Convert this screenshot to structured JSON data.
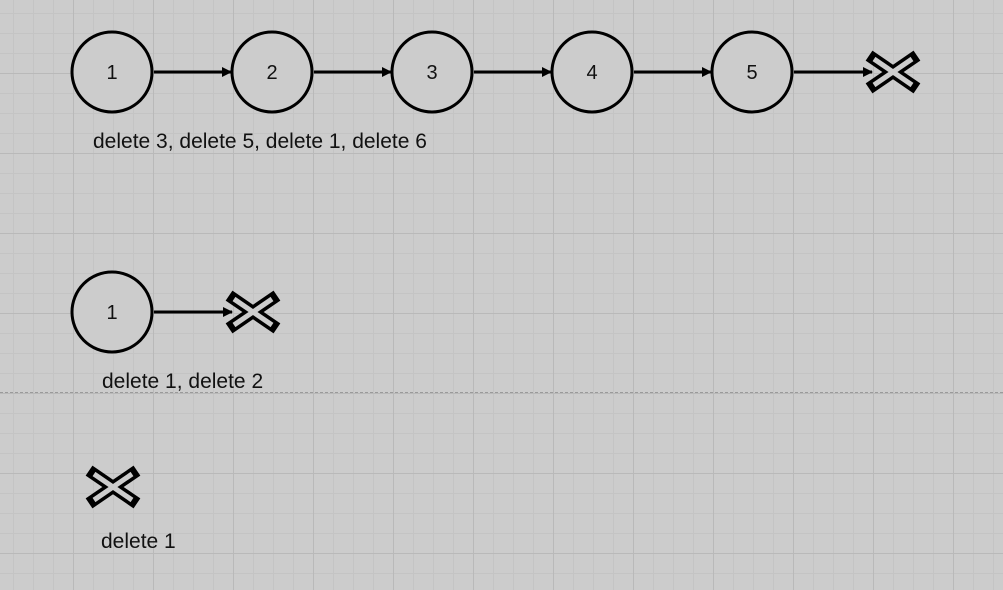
{
  "diagram": {
    "rows": [
      {
        "nodes": [
          "1",
          "2",
          "3",
          "4",
          "5"
        ],
        "caption": "delete 3, delete 5, delete 1, delete 6"
      },
      {
        "nodes": [
          "1"
        ],
        "caption": "delete 1, delete 2"
      },
      {
        "nodes": [],
        "caption": "delete 1"
      }
    ],
    "terminator_icon": "null-x-icon"
  },
  "colors": {
    "background": "#cccccc",
    "node_fill": "#cccccc",
    "stroke": "#000000"
  }
}
